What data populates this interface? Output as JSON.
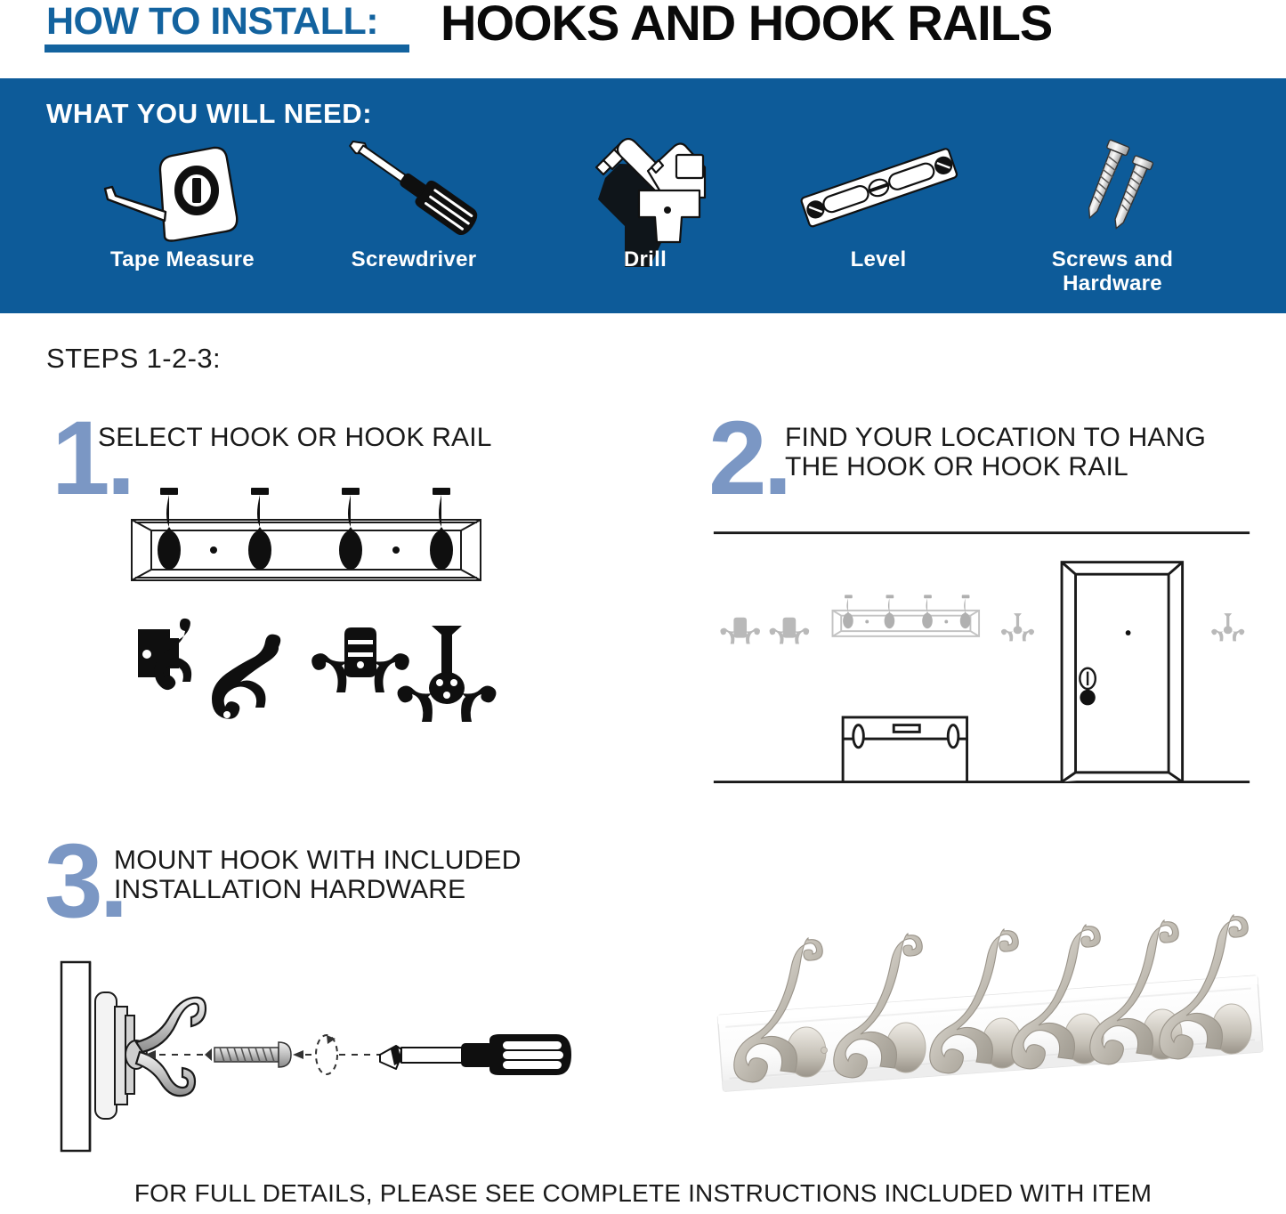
{
  "title": {
    "prefix": "HOW TO INSTALL:",
    "subject": "HOOKS AND HOOK RAILS"
  },
  "banner": {
    "heading": "WHAT YOU WILL NEED:",
    "background_color": "#0d5b99",
    "tools": [
      {
        "label": "Tape Measure",
        "icon": "tape-measure-icon"
      },
      {
        "label": "Screwdriver",
        "icon": "screwdriver-icon"
      },
      {
        "label": "Drill",
        "icon": "drill-icon"
      },
      {
        "label": "Level",
        "icon": "level-icon"
      },
      {
        "label": "Screws and\nHardware",
        "label_line1": "Screws and",
        "label_line2": "Hardware",
        "icon": "screws-icon"
      }
    ]
  },
  "steps_label": "STEPS 1-2-3:",
  "accent_color": "#7b97c4",
  "steps": [
    {
      "number": "1.",
      "heading": "SELECT HOOK OR HOOK RAIL",
      "illustration": "hook-rail-and-hook-styles-diagram"
    },
    {
      "number": "2.",
      "heading_line1": "FIND YOUR LOCATION TO HANG",
      "heading_line2": "THE HOOK OR HOOK RAIL",
      "illustration": "wall-with-door-and-bench-diagram"
    },
    {
      "number": "3.",
      "heading_line1": "MOUNT HOOK WITH INCLUDED",
      "heading_line2": "INSTALLATION HARDWARE",
      "illustration": "hook-screw-screwdriver-exploded-diagram"
    }
  ],
  "product_photo": {
    "name": "white-hook-rail-with-six-satin-nickel-hooks",
    "hook_count": 6
  },
  "footer": "FOR FULL DETAILS, PLEASE SEE COMPLETE INSTRUCTIONS INCLUDED WITH ITEM"
}
